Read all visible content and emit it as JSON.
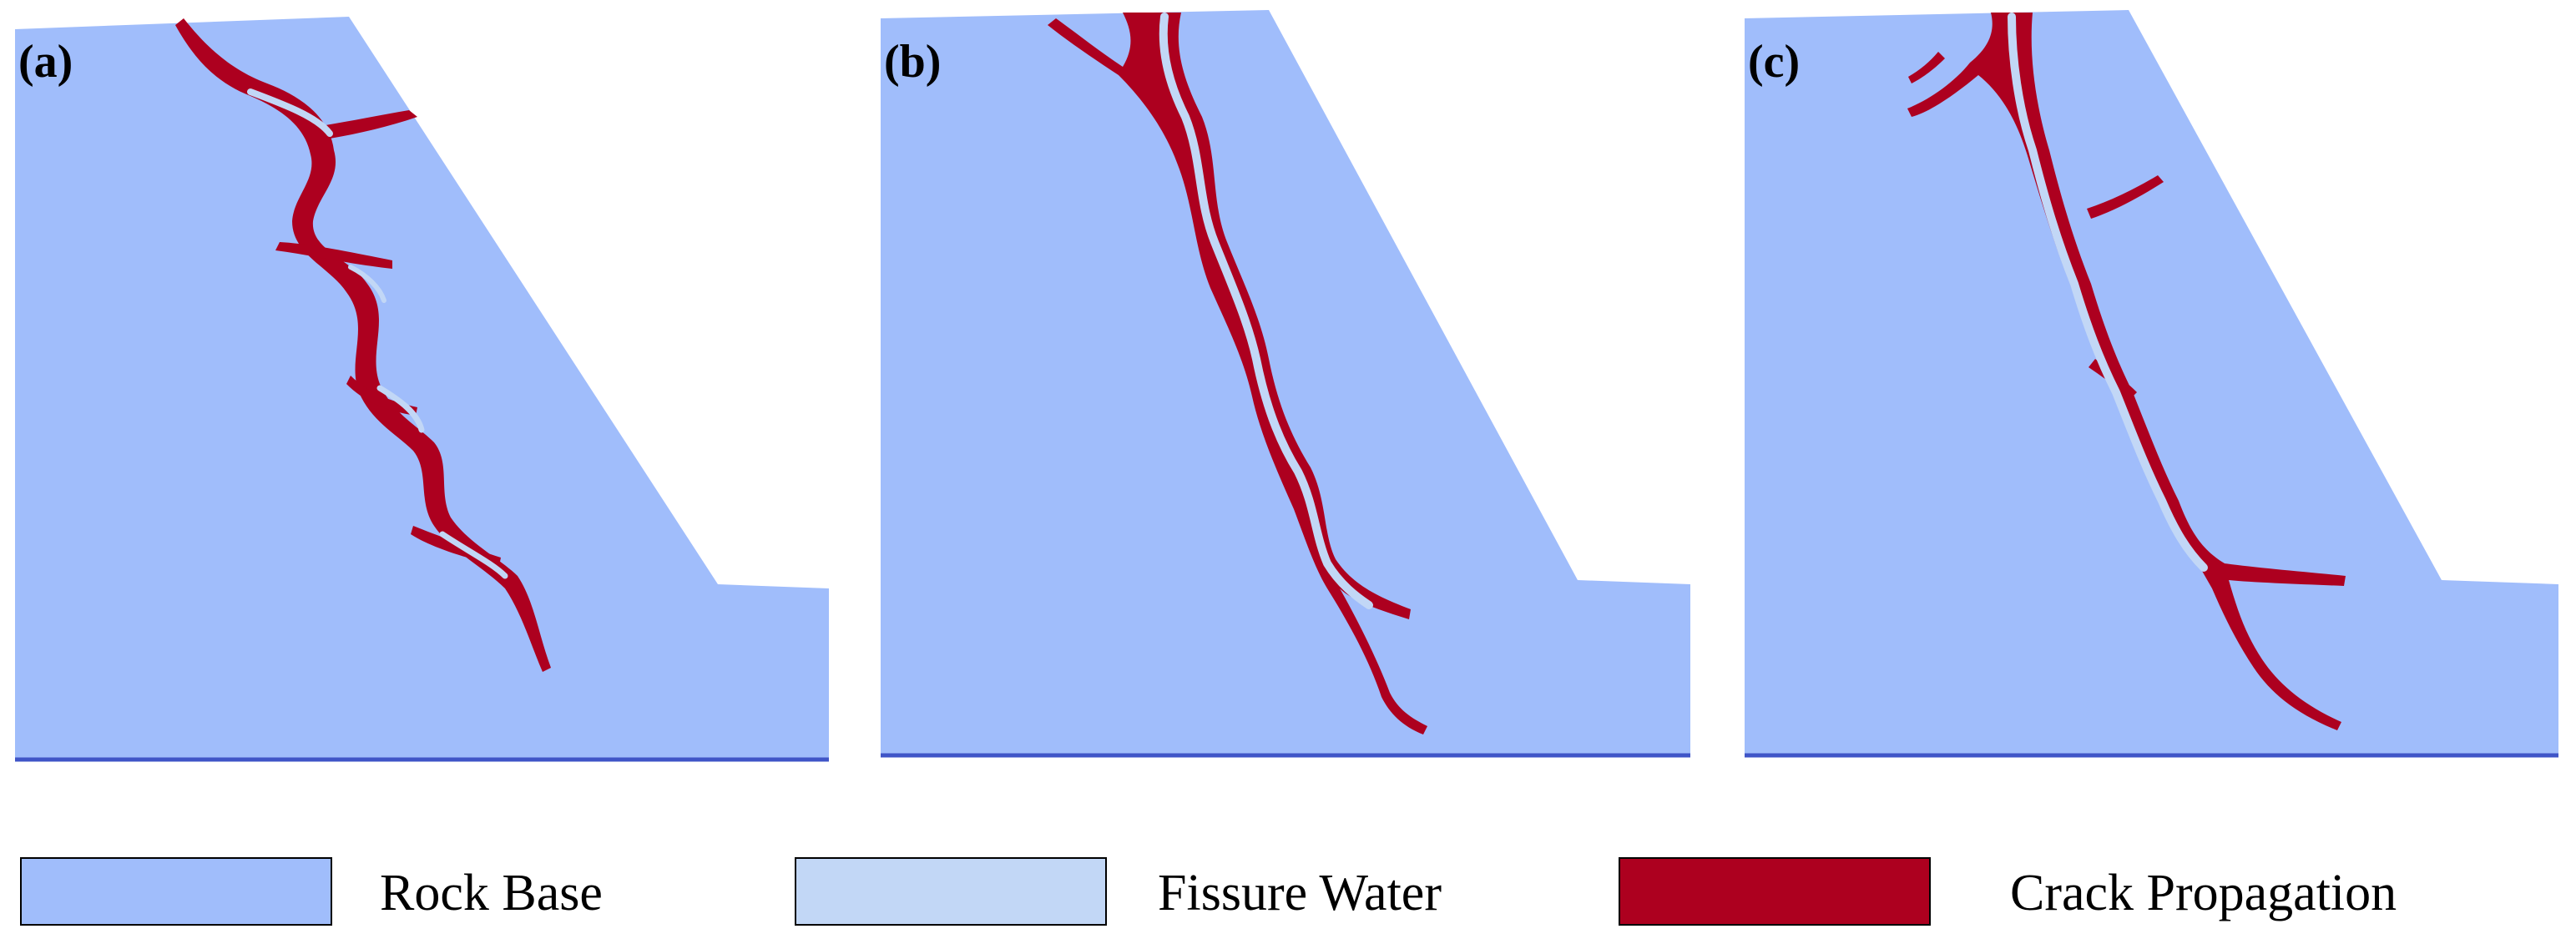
{
  "panels": [
    {
      "label": "(a)"
    },
    {
      "label": "(b)"
    },
    {
      "label": "(c)"
    }
  ],
  "legend": [
    {
      "label": "Rock Base",
      "color": "#a0bdfb"
    },
    {
      "label": "Fissure Water",
      "color": "#c2d7f6"
    },
    {
      "label": "Crack Propagation",
      "color": "#ad001f"
    }
  ]
}
